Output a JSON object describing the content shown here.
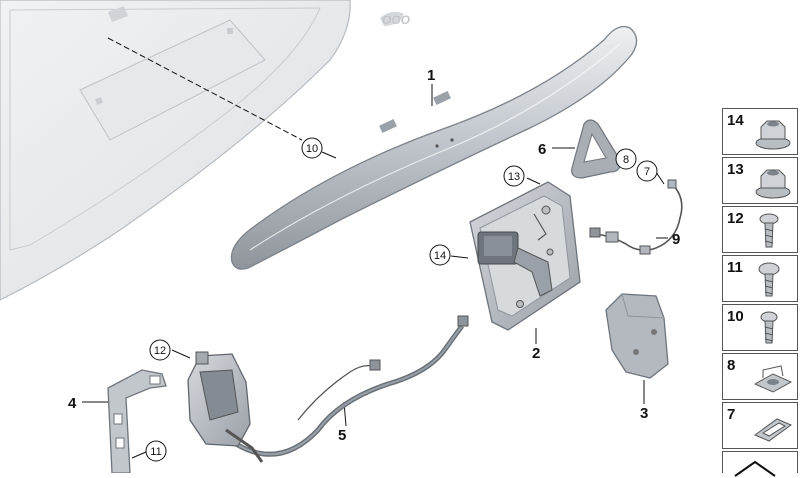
{
  "callouts": {
    "c1": "1",
    "c2": "2",
    "c3": "3",
    "c4": "4",
    "c5": "5",
    "c6": "6",
    "c7": "7",
    "c8": "8",
    "c9": "9",
    "c10": "10",
    "c11": "11",
    "c12": "12",
    "c13": "13",
    "c14": "14"
  },
  "side_panel": {
    "items": [
      {
        "label": "14",
        "icon": "flange-nut-icon"
      },
      {
        "label": "13",
        "icon": "flange-nut-icon"
      },
      {
        "label": "12",
        "icon": "screw-icon"
      },
      {
        "label": "11",
        "icon": "screw-icon"
      },
      {
        "label": "10",
        "icon": "screw-icon"
      },
      {
        "label": "8",
        "icon": "clip-nut-icon"
      },
      {
        "label": "7",
        "icon": "clip-icon"
      }
    ]
  },
  "colors": {
    "part_fill": "#c7cbd0",
    "part_dark": "#8e949b",
    "outline": "#6f757c",
    "tailgate": "#eceef0"
  }
}
